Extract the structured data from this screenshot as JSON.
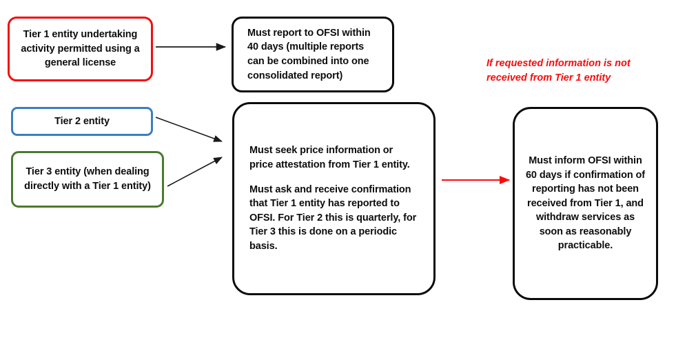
{
  "diagram": {
    "title": "OFSI tiered reporting obligations flow",
    "colors": {
      "tier1_border": "#f20d0d",
      "tier2_border": "#3a7ebf",
      "tier3_border": "#4a7a2e",
      "default_border": "#0a0a0a",
      "note_text": "#fb0b0b",
      "arrow_black": "#1a1a1a",
      "arrow_red": "#fb0b0b",
      "background": "#ffffff"
    },
    "nodes": {
      "tier1": {
        "text": "Tier 1 entity undertaking activity permitted using a general license"
      },
      "report40": {
        "text": "Must report to OFSI within 40 days (multiple reports can be combined into one consolidated report)"
      },
      "tier2": {
        "text": "Tier 2 entity"
      },
      "tier3": {
        "text": "Tier 3 entity (when dealing directly with a Tier 1 entity)"
      },
      "obligations": {
        "paragraph1": "Must seek price information or price attestation from Tier 1 entity.",
        "paragraph2": "Must ask and receive confirmation that Tier 1 entity has reported to OFSI. For Tier 2 this is quarterly, for Tier 3 this is done on a periodic basis."
      },
      "inform60": {
        "text": "Must inform OFSI within 60 days if confirmation of reporting has not been received from Tier 1, and withdraw services as soon as reasonably practicable."
      }
    },
    "annotations": {
      "not_received": "If requested information is not received from Tier 1 entity"
    },
    "edges": [
      {
        "name": "tier1-to-report40",
        "from": "tier1",
        "to": "report40",
        "style": "solid-black-arrow"
      },
      {
        "name": "tier2-to-obligations",
        "from": "tier2",
        "to": "obligations",
        "style": "solid-black-arrow"
      },
      {
        "name": "tier3-to-obligations",
        "from": "tier3",
        "to": "obligations",
        "style": "solid-black-arrow"
      },
      {
        "name": "obligations-to-inform60",
        "from": "obligations",
        "to": "inform60",
        "style": "solid-red-arrow"
      }
    ]
  }
}
